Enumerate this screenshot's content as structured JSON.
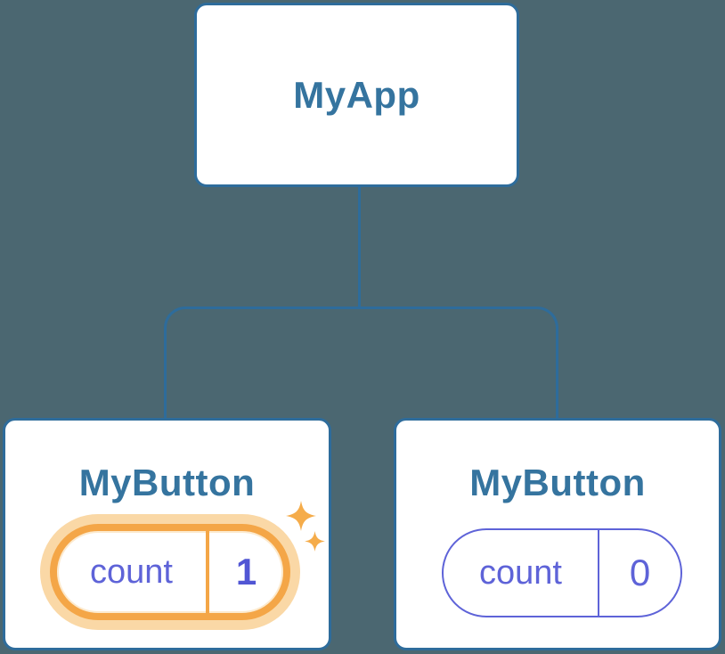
{
  "tree": {
    "root": {
      "label": "MyApp"
    },
    "children": [
      {
        "label": "MyButton",
        "highlighted": true,
        "state": {
          "key": "count",
          "value": "1"
        }
      },
      {
        "label": "MyButton",
        "highlighted": false,
        "state": {
          "key": "count",
          "value": "0"
        }
      }
    ]
  },
  "colors": {
    "background": "#4B6771",
    "node_background": "#FFFFFF",
    "node_border": "#2E6C9B",
    "connector": "#2E6C9B",
    "title_text": "#35749F",
    "state_text": "#5E63D8",
    "state_value_highlighted": "#5156D4",
    "highlight_ring": "#F4A647",
    "highlight_glow": "#FAD8A6",
    "sparkle": "#F5AC4A"
  }
}
